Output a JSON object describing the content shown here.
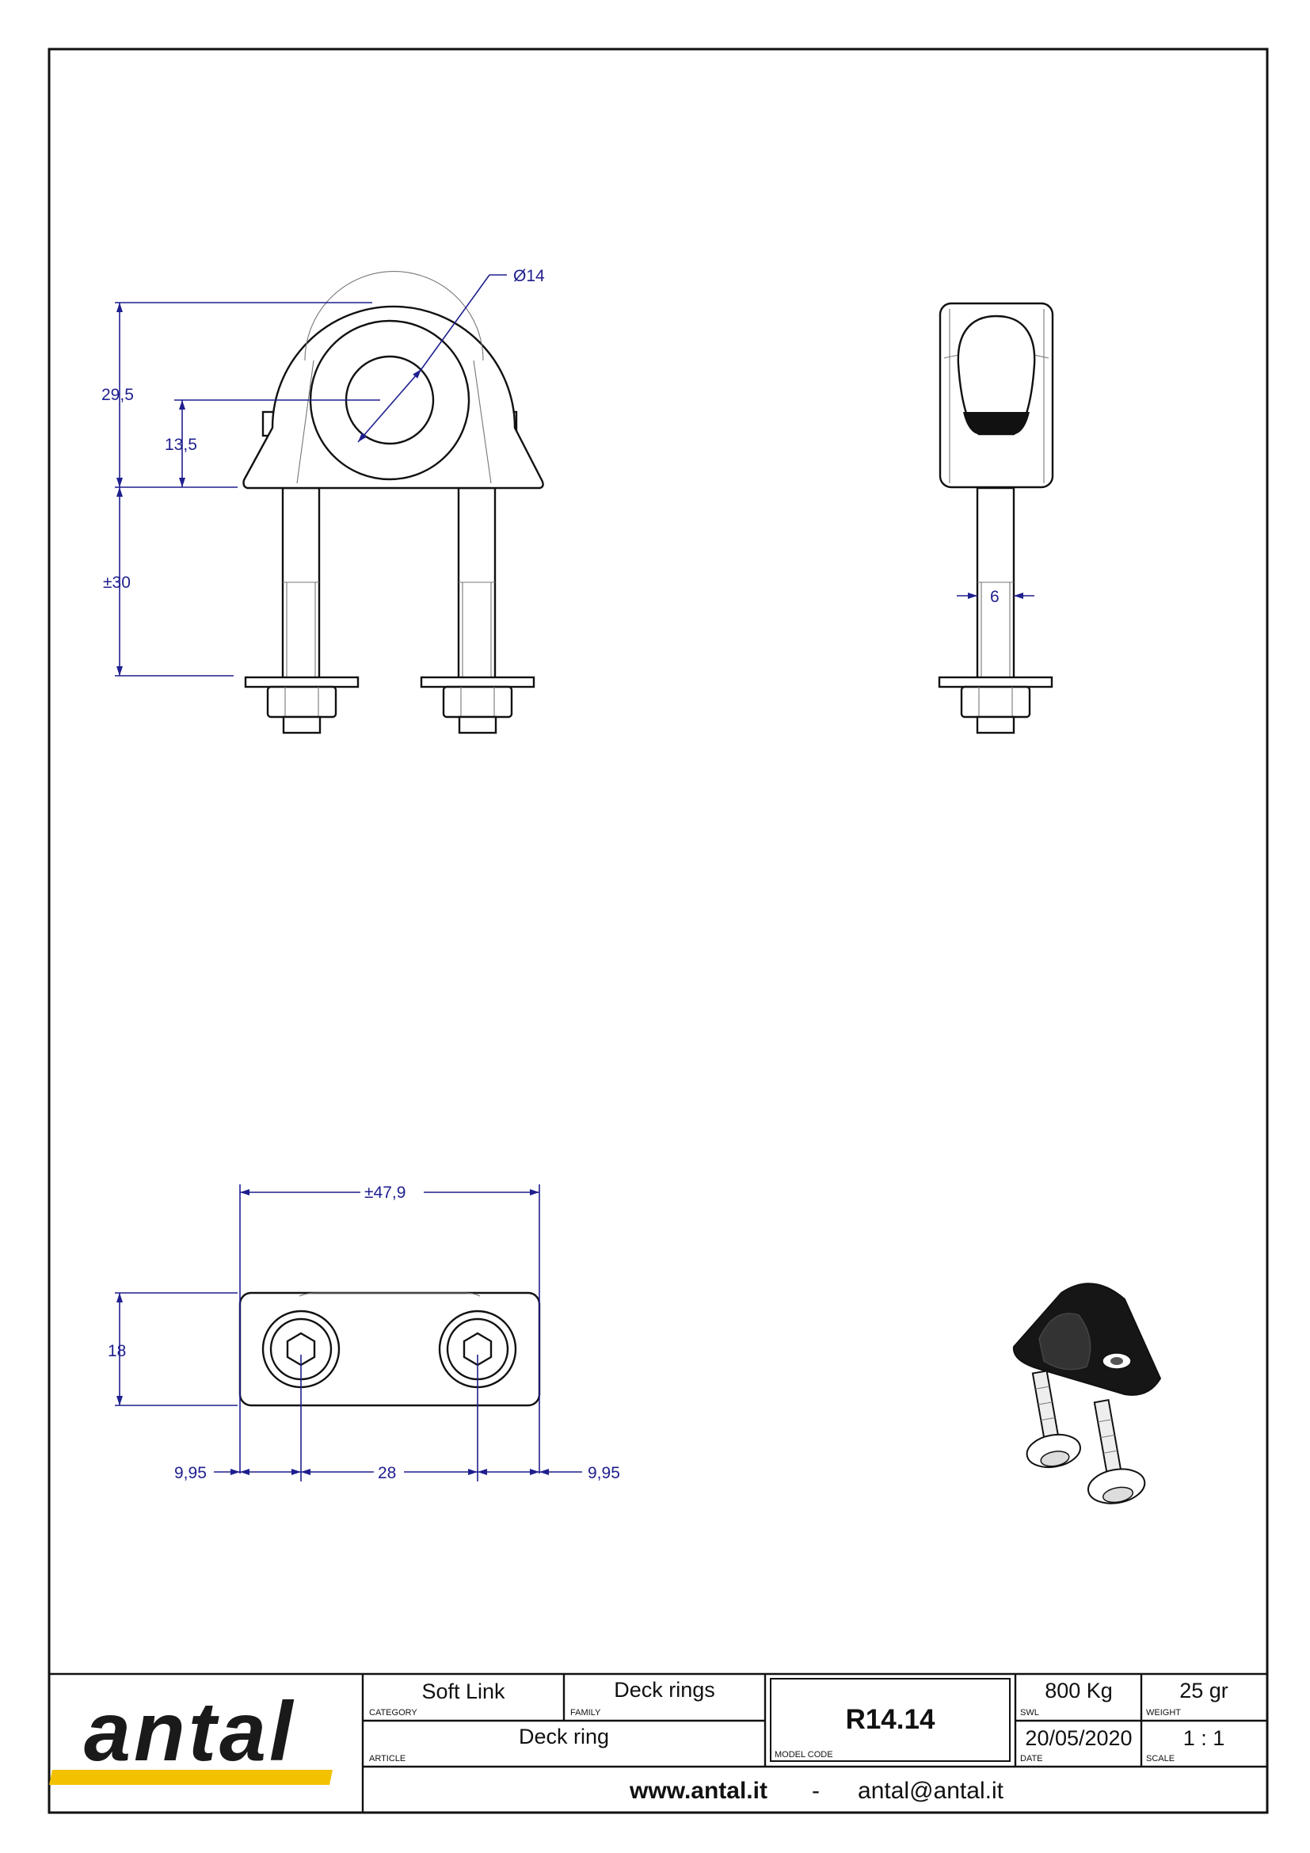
{
  "drawing": {
    "dimensions": {
      "diameter": "Ø14",
      "height_total": "29,5",
      "height_center": "13,5",
      "bolt_length": "±30",
      "bolt_diameter": "6",
      "overall_length": "±47,9",
      "base_width": "18",
      "edge_left": "9,95",
      "bolt_spacing": "28",
      "edge_right": "9,95"
    }
  },
  "title_block": {
    "logo_text": "antal",
    "colors": {
      "accent": "#f2c200",
      "line": "#111111",
      "dimension": "#1f1f8f"
    },
    "category": {
      "value": "Soft Link",
      "label": "CATEGORY"
    },
    "family": {
      "value": "Deck rings",
      "label": "FAMILY"
    },
    "article": {
      "value": "Deck ring",
      "label": "ARTICLE"
    },
    "model_code": {
      "value": "R14.14",
      "label": "MODEL CODE"
    },
    "swl": {
      "value": "800 Kg",
      "label": "SWL"
    },
    "weight": {
      "value": "25 gr",
      "label": "WEIGHT"
    },
    "date": {
      "value": "20/05/2020",
      "label": "DATE"
    },
    "scale": {
      "value": "1 : 1",
      "label": "SCALE"
    },
    "website": "www.antal.it",
    "separator": "-",
    "email": "antal@antal.it"
  }
}
